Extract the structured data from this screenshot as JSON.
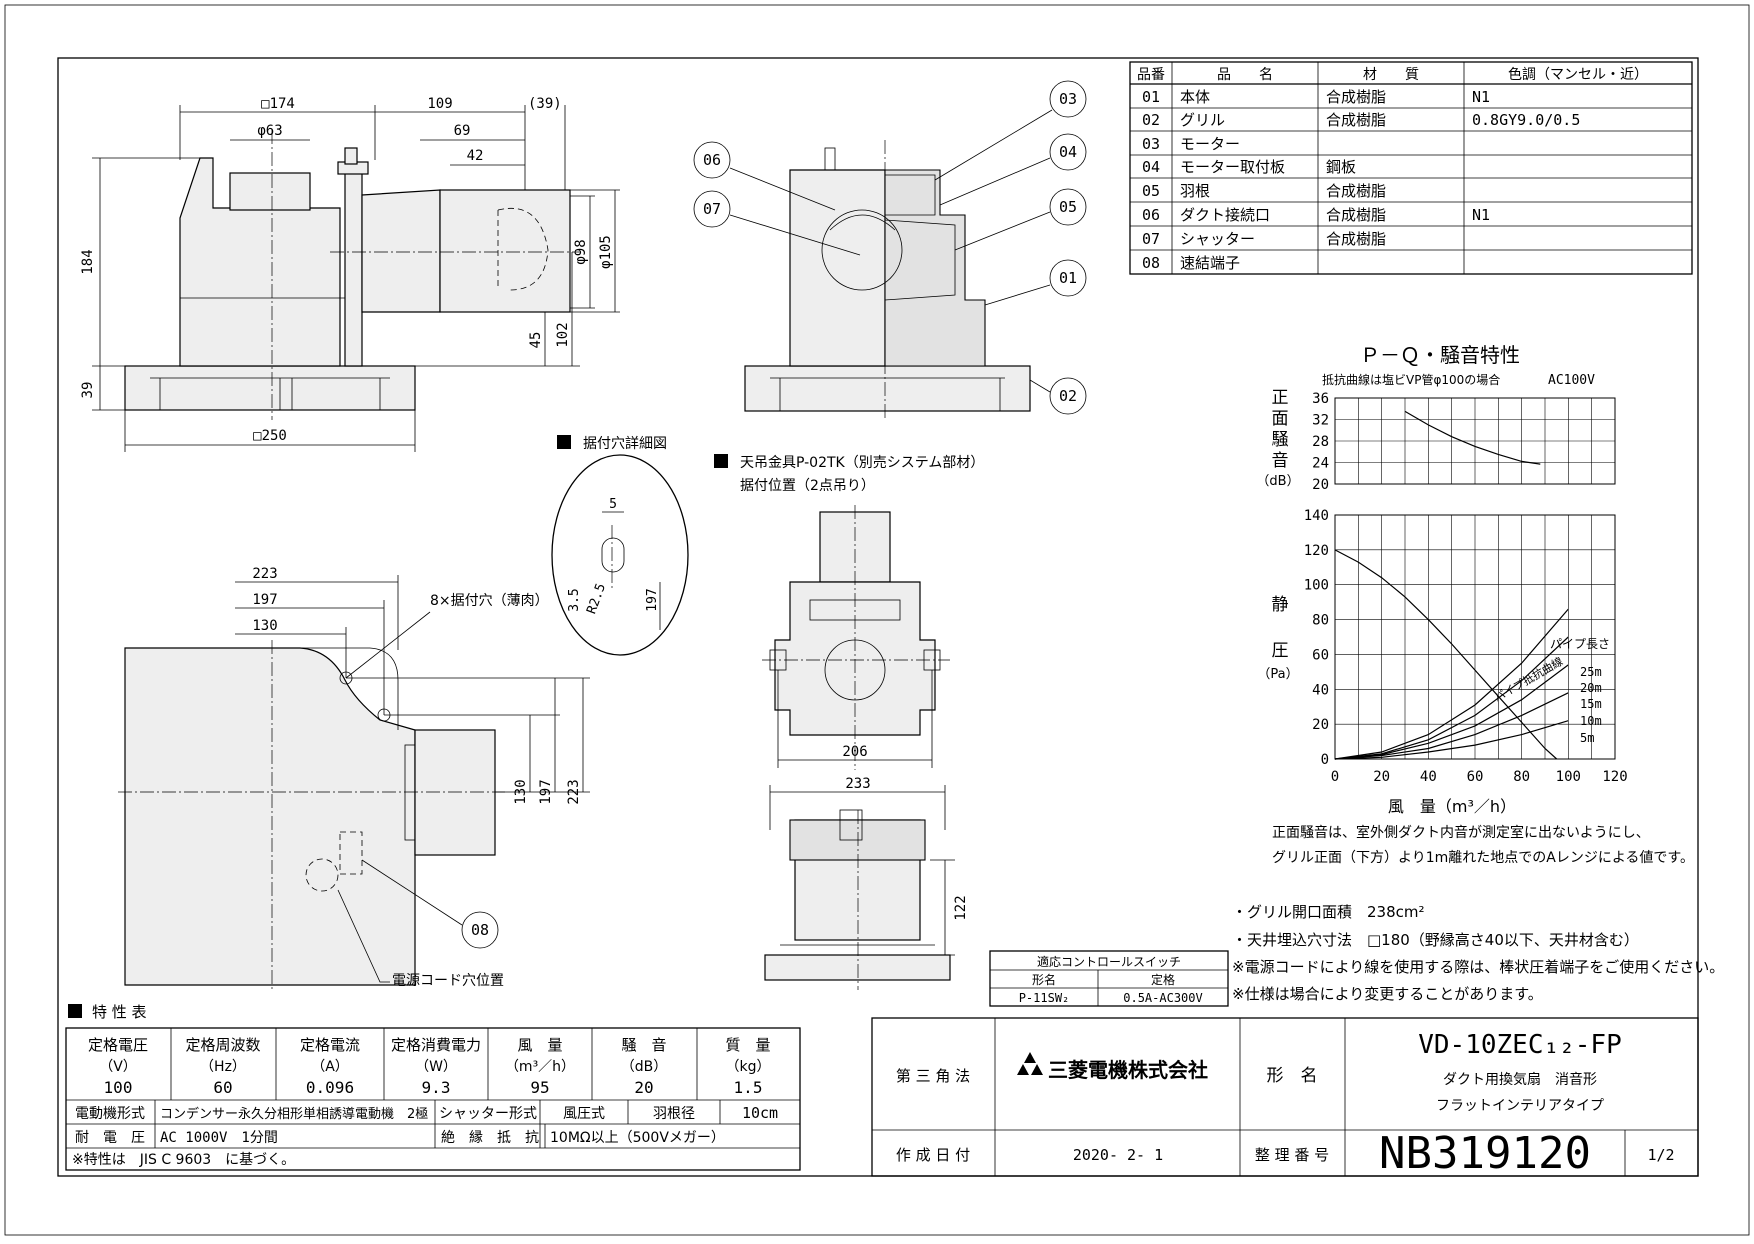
{
  "parts_table": {
    "headers": [
      "品番",
      "品　　名",
      "材　　質",
      "色調（マンセル・近）"
    ],
    "rows": [
      [
        "01",
        "本体",
        "合成樹脂",
        "N1"
      ],
      [
        "02",
        "グリル",
        "合成樹脂",
        "0.8GY9.0/0.5"
      ],
      [
        "03",
        "モーター",
        "",
        ""
      ],
      [
        "04",
        "モーター取付板",
        "鋼板",
        ""
      ],
      [
        "05",
        "羽根",
        "合成樹脂",
        ""
      ],
      [
        "06",
        "ダクト接続口",
        "合成樹脂",
        "N1"
      ],
      [
        "07",
        "シャッター",
        "合成樹脂",
        ""
      ],
      [
        "08",
        "速結端子",
        "",
        ""
      ]
    ]
  },
  "front_view": {
    "dim_174": "□174",
    "dim_63": "φ63",
    "dim_109": "109",
    "dim_39": "(39)",
    "dim_69": "69",
    "dim_42": "42",
    "dim_184": "184",
    "dim_98": "φ98",
    "dim_105": "φ105",
    "dim_45": "45",
    "dim_102": "102",
    "dim_39b": "39",
    "dim_250": "□250"
  },
  "callouts": [
    "01",
    "02",
    "03",
    "04",
    "05",
    "06",
    "07",
    "08"
  ],
  "detail": {
    "title": "据付穴詳細図",
    "dim_5": "5",
    "dim_35": "3.5",
    "dim_r25": "R2.5",
    "dim_197": "197"
  },
  "hanger": {
    "title_line1": "天吊金具P-02TK（別売システム部材）",
    "title_line2": "据付位置（2点吊り）",
    "dim_206": "206",
    "dim_233": "233",
    "dim_122": "122"
  },
  "plan_view": {
    "dim_223": "223",
    "dim_197": "197",
    "dim_130": "130",
    "holes_label": "8×据付穴（薄肉）",
    "dim_130v": "130",
    "dim_197v": "197",
    "dim_223v": "223",
    "cord_label": "電源コード穴位置"
  },
  "pq_chart": {
    "title": "Ｐ－Ｑ・騒音特性",
    "subtitle": "抵抗曲線は塩ビVP管φ100の場合",
    "voltage": "AC100V",
    "noise_label": [
      "正",
      "面",
      "騒",
      "音"
    ],
    "noise_unit": "（dB）",
    "noise_ticks": [
      "36",
      "32",
      "28",
      "24",
      "20"
    ],
    "pressure_label_1": "静",
    "pressure_label_2": "圧",
    "pressure_unit": "（Pa）",
    "pressure_ticks": [
      "140",
      "120",
      "100",
      "80",
      "60",
      "40",
      "20",
      "0"
    ],
    "flow_ticks": [
      "0",
      "20",
      "40",
      "60",
      "80",
      "100",
      "120"
    ],
    "xlabel": "風　量（m³／h）",
    "pipe_length_label": "パイプ長さ",
    "pipe_curve_label": "パイプ抵抗曲線",
    "pipe_lengths": [
      "25m",
      "20m",
      "15m",
      "10m",
      "5m"
    ]
  },
  "chart_data": {
    "type": "line",
    "title": "Ｐ－Ｑ・騒音特性",
    "subtitle": "抵抗曲線は塩ビVP管φ100の場合",
    "xlabel": "風　量（m³／h）",
    "xlim": [
      0,
      120
    ],
    "panels": [
      {
        "ylabel": "正面騒音（dB）",
        "ylim": [
          20,
          36
        ],
        "series": [
          {
            "x": [
              30,
              40,
              50,
              60,
              70,
              80,
              88
            ],
            "y": [
              33.5,
              31.0,
              28.8,
              27.0,
              25.5,
              24.2,
              23.7
            ]
          }
        ]
      },
      {
        "ylabel": "静圧（Pa）",
        "ylim": [
          0,
          140
        ],
        "series": [
          {
            "x": [
              0,
              10,
              20,
              30,
              40,
              50,
              60,
              70,
              80,
              90,
              95
            ],
            "y": [
              120,
              113,
              104,
              93,
              80,
              66,
              51,
              36,
              21,
              6,
              0
            ]
          },
          {
            "name": "25m",
            "x": [
              0,
              20,
              40,
              60,
              80,
              100
            ],
            "y": [
              0,
              4,
              14,
              31,
              55,
              86
            ]
          },
          {
            "name": "20m",
            "x": [
              0,
              20,
              40,
              60,
              80,
              100
            ],
            "y": [
              0,
              3,
              11,
              25,
              45,
              70
            ]
          },
          {
            "name": "15m",
            "x": [
              0,
              20,
              40,
              60,
              80,
              100
            ],
            "y": [
              0,
              2.5,
              9,
              19,
              34,
              54
            ]
          },
          {
            "name": "10m",
            "x": [
              0,
              20,
              40,
              60,
              80,
              100
            ],
            "y": [
              0,
              2,
              6,
              14,
              25,
              38
            ]
          },
          {
            "name": "5m",
            "x": [
              0,
              20,
              40,
              60,
              80,
              100
            ],
            "y": [
              0,
              1,
              4,
              8,
              14,
              22
            ]
          }
        ]
      }
    ],
    "grid": true
  },
  "noise_notes": [
    "正面騒音は、室外側ダクト内音が測定室に出ないようにし、",
    "グリル正面（下方）より1m離れた地点でのAレンジによる値です。"
  ],
  "notes": [
    "・グリル開口面積　238cm²",
    "・天井埋込穴寸法　□180（野縁高さ40以下、天井材含む）",
    "※電源コードにより線を使用する際は、棒状圧着端子をご使用ください。",
    "※仕様は場合により変更することがあります。"
  ],
  "switch_table": {
    "title": "適応コントロールスイッチ",
    "headers": [
      "形名",
      "定格"
    ],
    "row": [
      "P-11SW₂",
      "0.5A-AC300V"
    ]
  },
  "spec_table": {
    "title": "特 性 表",
    "headers": [
      "定格電圧",
      "定格周波数",
      "定格電流",
      "定格消費電力",
      "風　量",
      "騒　音",
      "質　量"
    ],
    "units": [
      "（V）",
      "（Hz）",
      "（A）",
      "（W）",
      "（m³／h）",
      "（dB）",
      "（kg）"
    ],
    "values": [
      "100",
      "60",
      "0.096",
      "9.3",
      "95",
      "20",
      "1.5"
    ],
    "motor_label": "電動機形式",
    "motor_value": "コンデンサー永久分相形単相誘導電動機　2極",
    "shutter_label": "シャッター形式",
    "shutter_value": "風圧式",
    "blade_label": "羽根径",
    "blade_value": "10cm",
    "voltage_label": "耐　電　圧",
    "voltage_value": "AC 1000V　1分間",
    "insulation_label": "絶　縁　抵　抗",
    "insulation_value": "10MΩ以上（500Vメガー）",
    "footnote": "※特性は　JIS C 9603　に基づく。"
  },
  "title_block": {
    "projection": "第 三 角 法",
    "company": "三菱電機株式会社",
    "model_label": "形　名",
    "model": "VD-10ZEC₁₂-FP",
    "desc1": "ダクト用換気扇　消音形",
    "desc2": "フラットインテリアタイプ",
    "date_label": "作 成 日 付",
    "date": "2020- 2- 1",
    "number_label": "整 理 番 号",
    "number": "NB319120",
    "page": "1/2"
  },
  "colors": {
    "ink": "#000000",
    "fill": "#eeeeee"
  }
}
